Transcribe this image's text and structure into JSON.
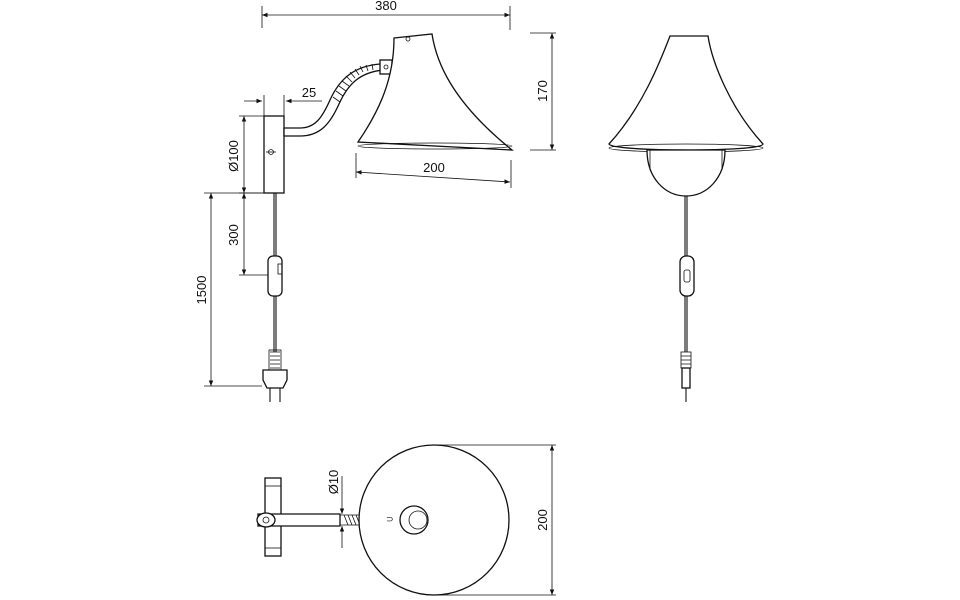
{
  "dimensions": {
    "overall_width": "380",
    "arm_offset": "25",
    "shade_height": "170",
    "base_diameter": "Ø100",
    "shade_diameter": "200",
    "base_to_switch": "300",
    "cable_length": "1500",
    "arm_diameter": "Ø10",
    "shade_top_diameter": "200"
  }
}
